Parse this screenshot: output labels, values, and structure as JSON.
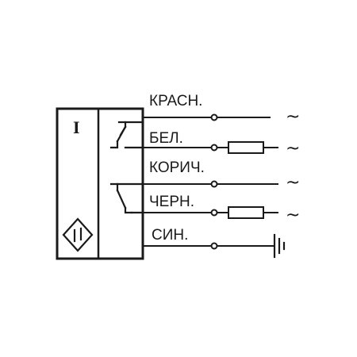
{
  "sensor": {
    "type_symbol": "I"
  },
  "wires": [
    {
      "label": "КРАСН.",
      "terminal": "~",
      "has_load": false
    },
    {
      "label": "БЕЛ.",
      "terminal": "~",
      "has_load": true
    },
    {
      "label": "КОРИЧ.",
      "terminal": "~",
      "has_load": false
    },
    {
      "label": "ЧЕРН.",
      "terminal": "~",
      "has_load": true
    },
    {
      "label": "СИН.",
      "terminal": "ground-symbol",
      "has_load": false
    }
  ],
  "colors": {
    "stroke": "#1a1a1a",
    "background": "#ffffff"
  }
}
